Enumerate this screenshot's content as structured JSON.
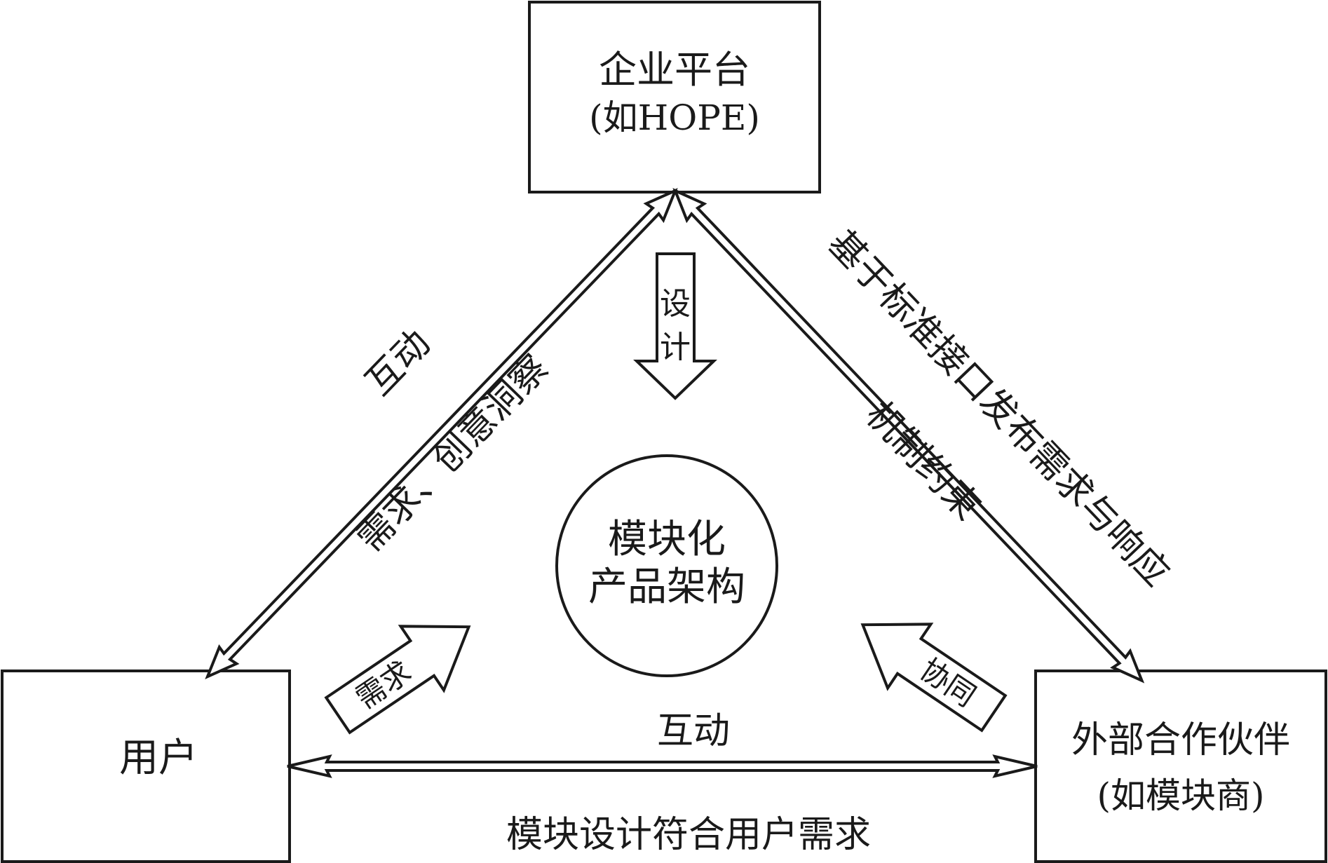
{
  "nodes": {
    "platform": {
      "line1": "企业平台",
      "line2": "(如HOPE)"
    },
    "user": {
      "label": "用户"
    },
    "partner": {
      "line1": "外部合作伙伴",
      "line2": "(如模块商)"
    },
    "center": {
      "line1": "模块化",
      "line2": "产品架构"
    }
  },
  "edges": {
    "left_upper": "互动",
    "left_lower": "需求、创意洞察",
    "right_upper": "基于标准接口发布需求与响应",
    "right_lower": "机制约束",
    "bottom_upper": "互动",
    "bottom_lower": "模块设计符合用户需求"
  },
  "inner_arrows": {
    "top": [
      "设",
      "计"
    ],
    "left": "需求",
    "right": "协同"
  }
}
